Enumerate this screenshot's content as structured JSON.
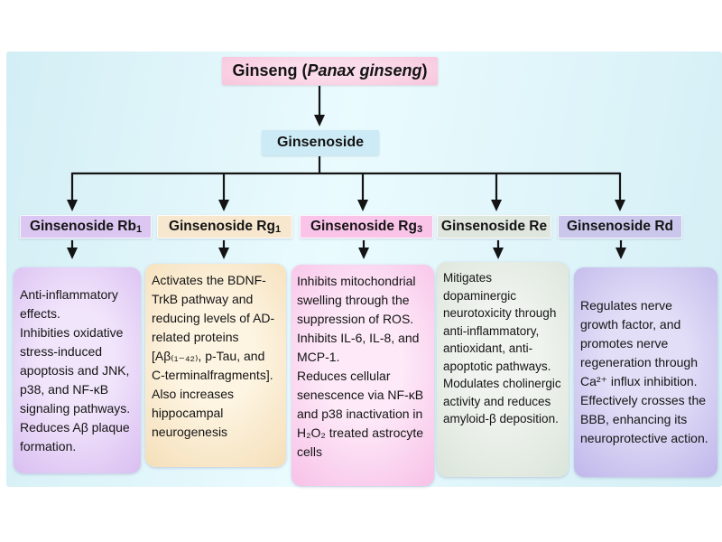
{
  "theme": {
    "panel_a": "#d3eef5",
    "panel_b": "#eafbfe",
    "root_a": "#fbdcea",
    "root_b": "#f6b6d3",
    "l2_bg": "#cdebf6",
    "arrow": "#141414",
    "ink": "#141414"
  },
  "root": {
    "prefix": "Ginseng (",
    "species": "Panax ginseng",
    "suffix": ")"
  },
  "level2": {
    "label": "Ginsenoside"
  },
  "branches": [
    {
      "header": {
        "name": "Ginsenoside Rb",
        "sub": "1"
      },
      "body": "Anti-inflammatory effects.\nInhibities oxidative stress-induced apoptosis and JNK, p38, and NF-κB signaling pathways.\nReduces Aβ plaque formation.",
      "colors": {
        "header_bg": "#dcc6f2",
        "body_center": "#f1e5fb",
        "body_edge": "#d2b2ee"
      }
    },
    {
      "header": {
        "name": "Ginsenoside Rg",
        "sub": "1"
      },
      "body": "Activates the BDNF-TrkB pathway and reducing levels of AD-related proteins [Aβ₍₁₋₄₂₎, p-Tau, and C-terminalfragments].\nAlso increases hippocampal neurogenesis",
      "colors": {
        "header_bg": "#f7e7ce",
        "body_center": "#fdf4e1",
        "body_edge": "#f2d8ac"
      }
    },
    {
      "header": {
        "name": "Ginsenoside Rg",
        "sub": "3"
      },
      "body": "Inhibits mitochondrial swelling through the suppression of ROS.\nInhibits IL-6, IL-8, and MCP-1.\nReduces cellular senescence via NF-κB and p38 inactivation in H₂O₂ treated astrocyte cells",
      "colors": {
        "header_bg": "#fac4e9",
        "body_center": "#fde9f8",
        "body_edge": "#f6b4e2"
      }
    },
    {
      "header": {
        "name": "Ginsenoside Re",
        "sub": ""
      },
      "body": "Mitigates dopaminergic neurotoxicity through anti-inflammatory, antioxidant, anti-apoptotic pathways.\nModulates cholinergic activity and reduces amyloid-β deposition.",
      "colors": {
        "header_bg": "#dfe6de",
        "body_center": "#eff4ee",
        "body_edge": "#d4dfd3"
      }
    },
    {
      "header": {
        "name": "Ginsenoside Rd",
        "sub": ""
      },
      "body": "Regulates nerve growth factor, and promotes nerve regeneration through Ca²⁺ influx inhibition.\nEffectively crosses the BBB, enhancing its neuroprotective action.",
      "colors": {
        "header_bg": "#cbc7ec",
        "body_center": "#e2def7",
        "body_edge": "#b5abe7"
      }
    }
  ]
}
